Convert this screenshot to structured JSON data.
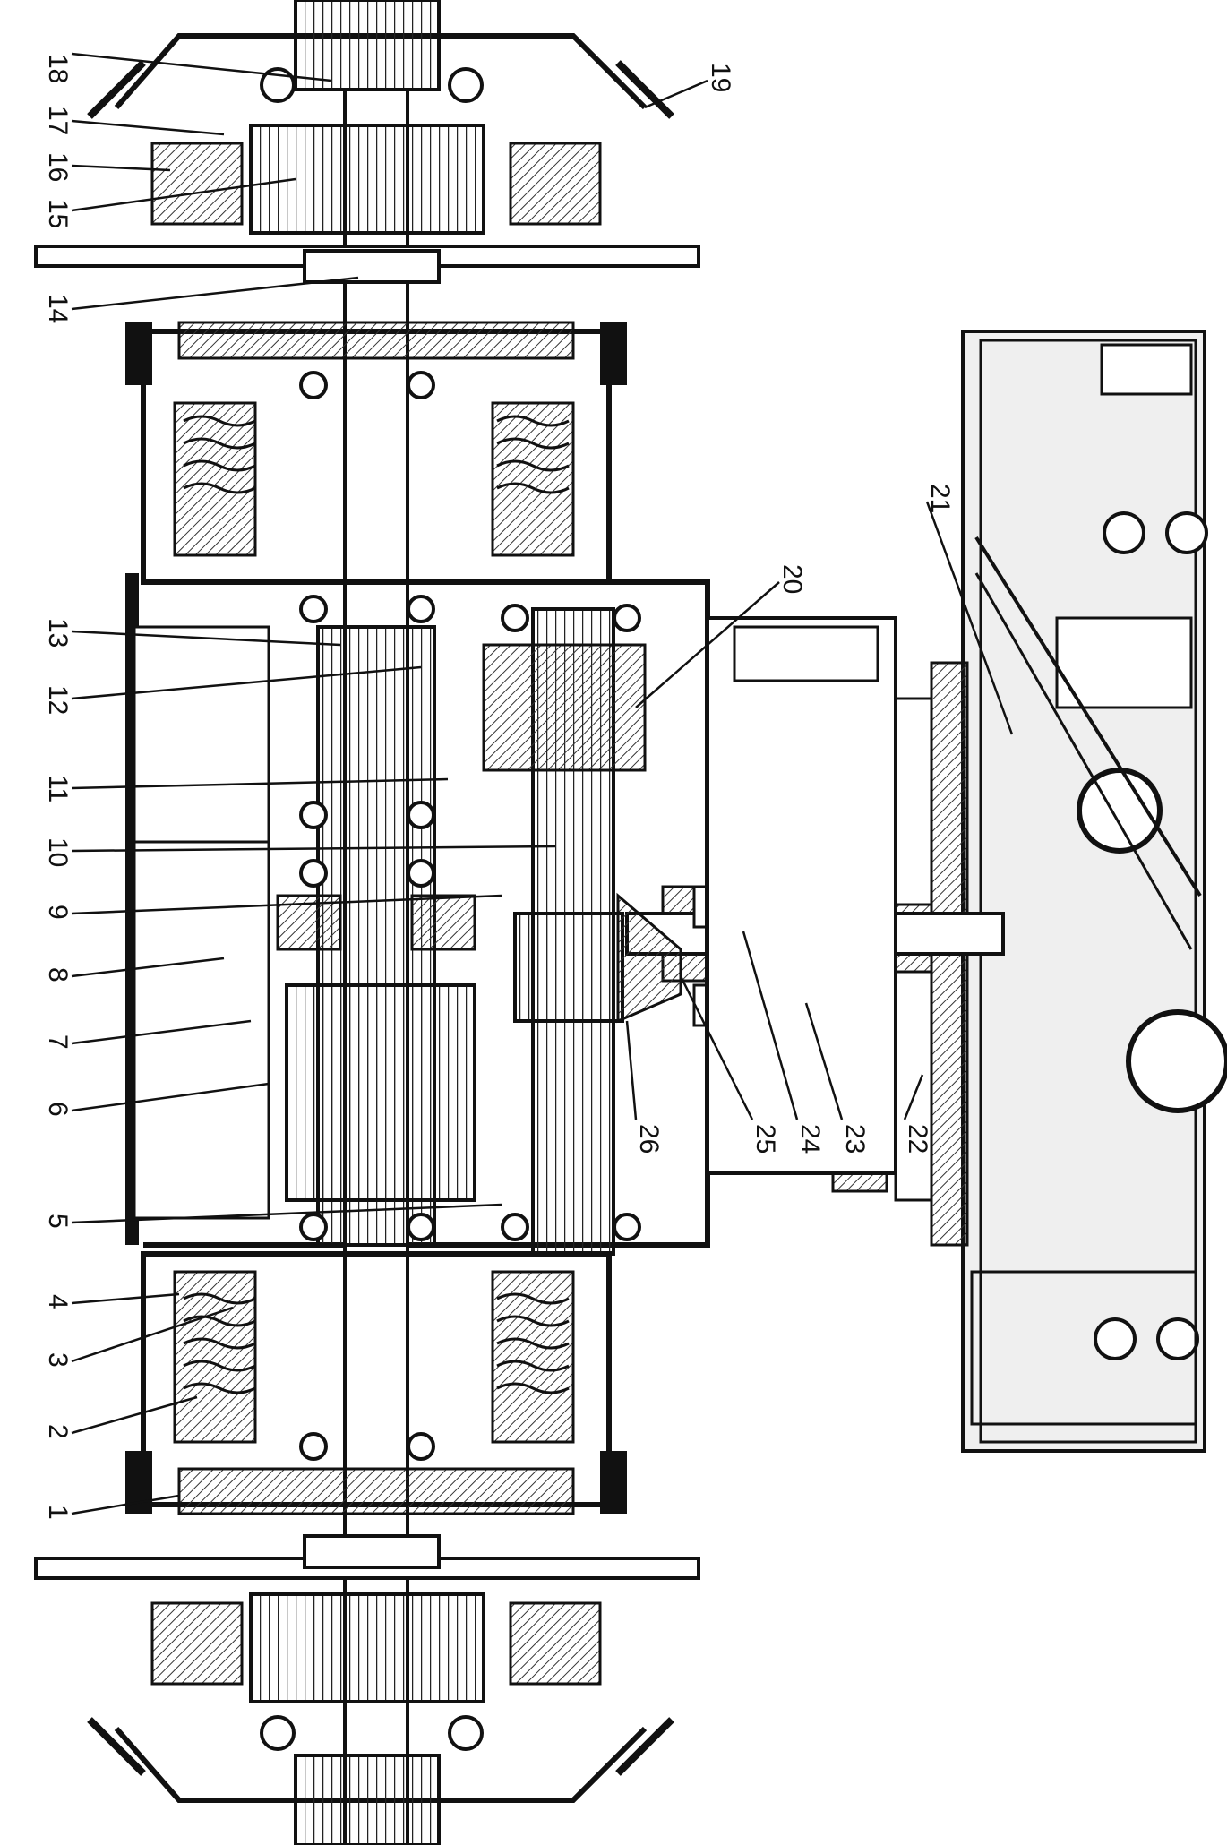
{
  "figure": {
    "labels_left": [
      "18",
      "17",
      "16",
      "15",
      "14",
      "13",
      "12",
      "11",
      "10",
      "9",
      "8",
      "7",
      "6",
      "5",
      "4",
      "3",
      "2",
      "1"
    ],
    "labels_right": [
      "19",
      "20",
      "21",
      "26",
      "25",
      "24",
      "23",
      "22"
    ]
  },
  "colors": {
    "ink": "#111111",
    "paper": "#ffffff",
    "hatch": "#333333",
    "shade": "#cfcfcf"
  }
}
